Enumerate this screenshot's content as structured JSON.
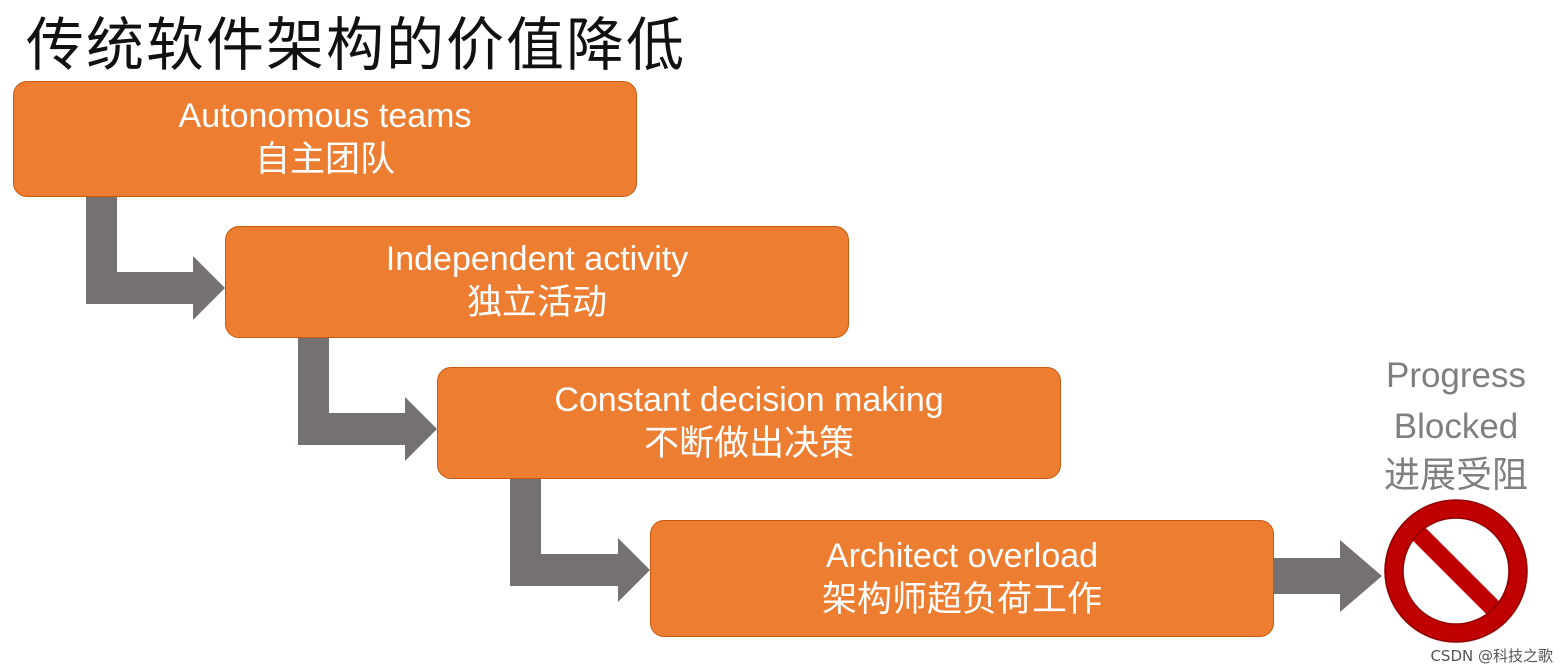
{
  "title": "传统软件架构的价值降低",
  "steps": [
    {
      "en": "Autonomous teams",
      "cn": "自主团队"
    },
    {
      "en": "Independent activity",
      "cn": "独立活动"
    },
    {
      "en": "Constant decision making",
      "cn": "不断做出决策"
    },
    {
      "en": "Architect overload",
      "cn": "架构师超负荷工作"
    }
  ],
  "result": {
    "line1": "Progress",
    "line2": "Blocked",
    "cn": "进展受阻",
    "icon": "prohibited-icon"
  },
  "colors": {
    "box_fill": "#ED7D31",
    "box_border": "#C55A11",
    "arrow": "#767171",
    "prohibit": "#C00000",
    "result_text": "#7F7F7F"
  },
  "watermark": "CSDN @科技之歌"
}
